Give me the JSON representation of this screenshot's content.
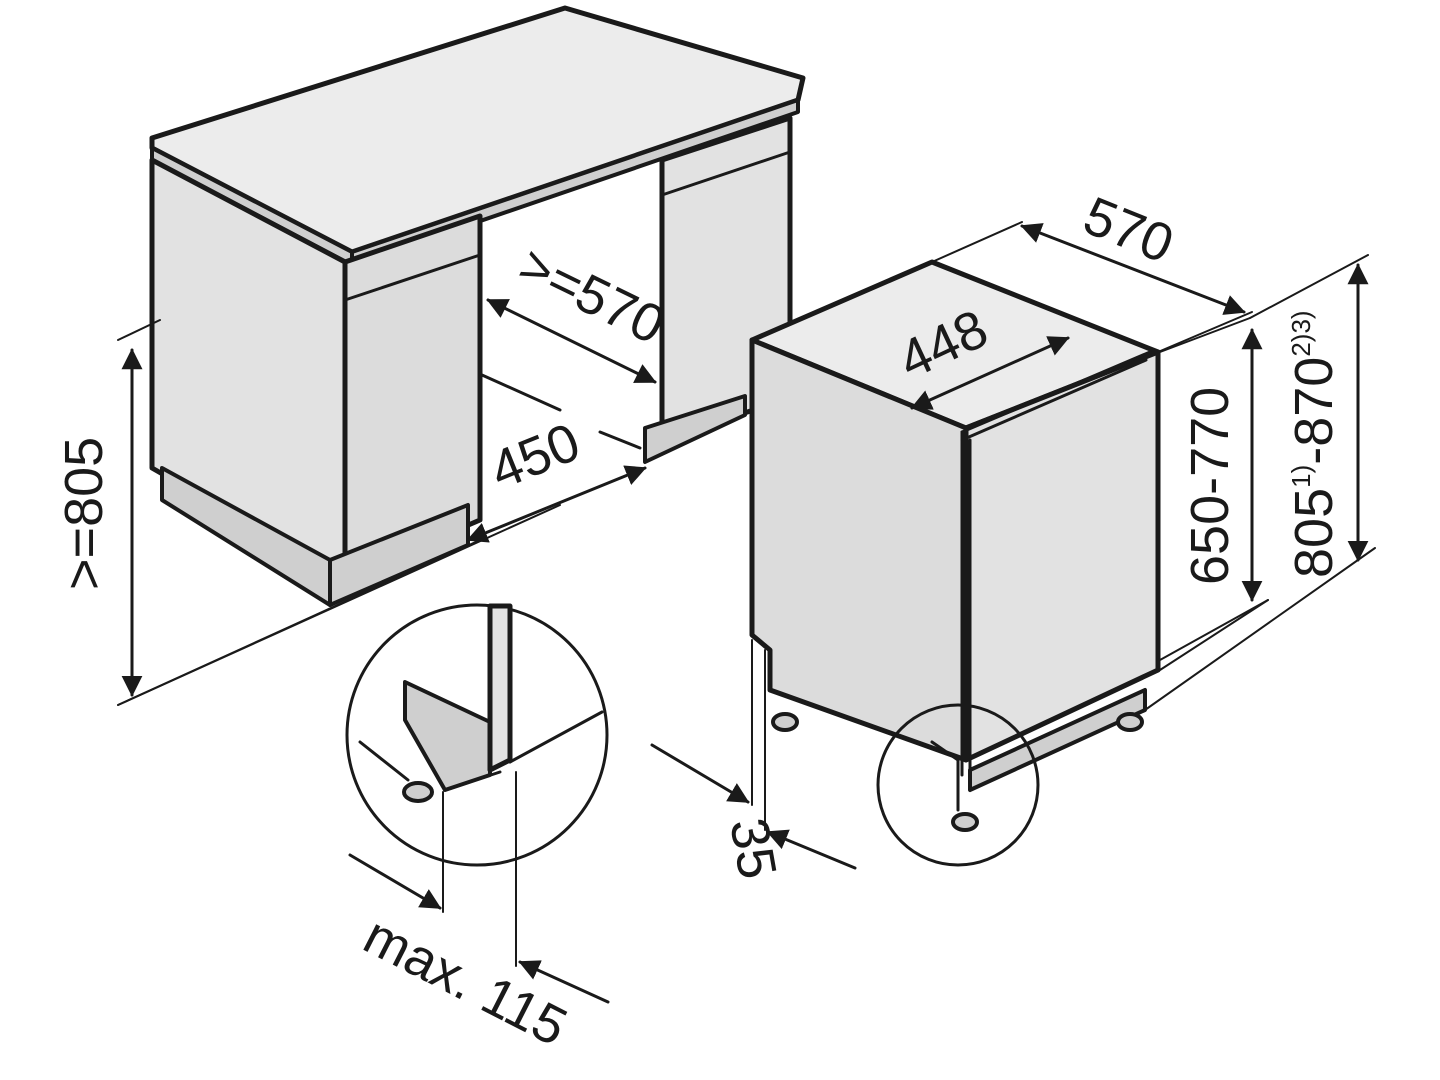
{
  "dimensions": {
    "niche_height": ">=805",
    "niche_depth": ">=570",
    "niche_width": "450",
    "appliance_depth": "570",
    "appliance_width": "448",
    "door_height": "650-770",
    "appliance_height_base": "805",
    "appliance_height_sup1": "1)",
    "appliance_height_mid": "-870",
    "appliance_height_sup2": "2)3)",
    "plinth_setback": "35",
    "plinth_max_label": "max. 115"
  }
}
